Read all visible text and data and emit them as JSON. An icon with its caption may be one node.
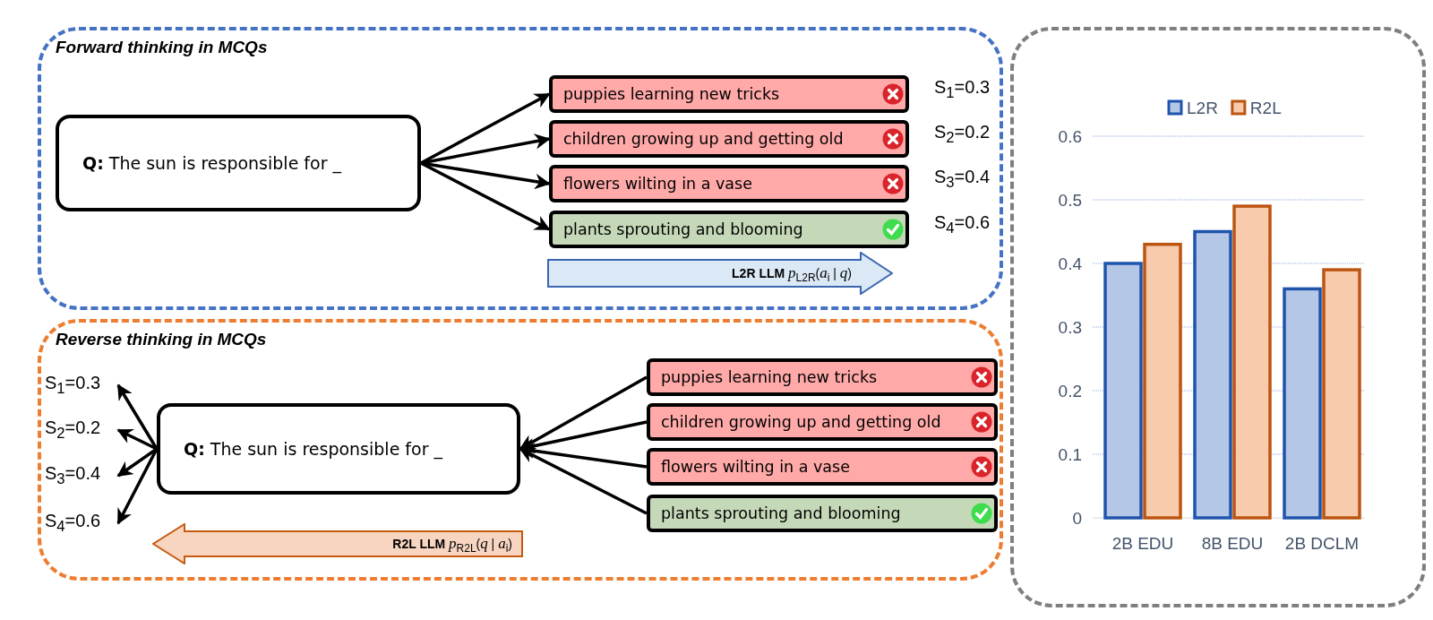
{
  "diagram": {
    "nodes": [
      {
        "text": [
          "Forward thinking in MCQs"
        ]
      },
      {
        "text": [
          "**Q:** The sun is responsible for _"
        ],
        "in": 0
      },
      {
        "text": [
          "puppies learning new tricks"
        ],
        "in": 0,
        "beside": [
          "S$_{1}$=0.3"
        ]
      },
      {
        "text": [
          "children growing up and getting old"
        ],
        "in": 0,
        "beside": [
          "S$_{2}$=0.2"
        ]
      },
      {
        "text": [
          "flowers wilting in a vase"
        ],
        "in": 0,
        "beside": [
          "S$_{3}$=0.4"
        ]
      },
      {
        "text": [
          "plants sprouting and blooming"
        ],
        "in": 0,
        "beside": [
          "S$_{4}$=0.6"
        ]
      },
      {
        "text": [
          "**L2R LLM** *p*$_{L2R}$(*a*$_{i}$ | *q*)"
        ],
        "in": 0
      },
      {
        "text": [
          "Reverse thinking in MCQs"
        ]
      },
      {
        "text": [
          "S$_{1}$=0.3"
        ],
        "in": 7
      },
      {
        "text": [
          "S$_{2}$=0.2"
        ],
        "in": 7
      },
      {
        "text": [
          "S$_{3}$=0.4"
        ],
        "in": 7
      },
      {
        "text": [
          "S$_{4}$=0.6"
        ],
        "in": 7
      },
      {
        "text": [
          "**Q:** The sun is responsible for _"
        ],
        "in": 7
      },
      {
        "text": [
          "puppies learning new tricks"
        ],
        "in": 7
      },
      {
        "text": [
          "children growing up and getting old"
        ],
        "in": 7
      },
      {
        "text": [
          "flowers wilting in a vase"
        ],
        "in": 7
      },
      {
        "text": [
          "plants sprouting and blooming"
        ],
        "in": 7
      },
      {
        "text": [
          "**R2L LLM** *p*$_{R2L}$(*q* | *a*$_{i}$)"
        ],
        "in": 7
      }
    ],
    "edges": [
      {
        "from": 1,
        "to": 2,
        "arrow": "to"
      },
      {
        "from": 1,
        "to": 3,
        "arrow": "to"
      },
      {
        "from": 1,
        "to": 4,
        "arrow": "to"
      },
      {
        "from": 1,
        "to": 5,
        "arrow": "to"
      },
      {
        "from": 12,
        "to": 8,
        "arrow": "to"
      },
      {
        "from": 12,
        "to": 9,
        "arrow": "to"
      },
      {
        "from": 12,
        "to": 10,
        "arrow": "to"
      },
      {
        "from": 12,
        "to": 11,
        "arrow": "to"
      },
      {
        "from": 13,
        "to": 12,
        "arrow": "to"
      },
      {
        "from": 14,
        "to": 12,
        "arrow": "to"
      },
      {
        "from": 15,
        "to": 12,
        "arrow": "to"
      },
      {
        "from": 16,
        "to": 12,
        "arrow": "to"
      }
    ],
    "chart_data": {
      "type": "bar",
      "categories": [
        "2B EDU",
        "8B EDU",
        "2B DCLM"
      ],
      "series": [
        {
          "name": "L2R",
          "color": "#b4c7e7",
          "values": [
            0.4,
            0.45,
            0.36
          ]
        },
        {
          "name": "R2L",
          "color": "#f8cbad",
          "values": [
            0.43,
            0.49,
            0.39
          ]
        }
      ],
      "ylim": [
        0,
        0.6
      ],
      "yticks": [
        0,
        0.1,
        0.2,
        0.3,
        0.4,
        0.5,
        0.6
      ],
      "grid": true,
      "legend": "top"
    }
  }
}
